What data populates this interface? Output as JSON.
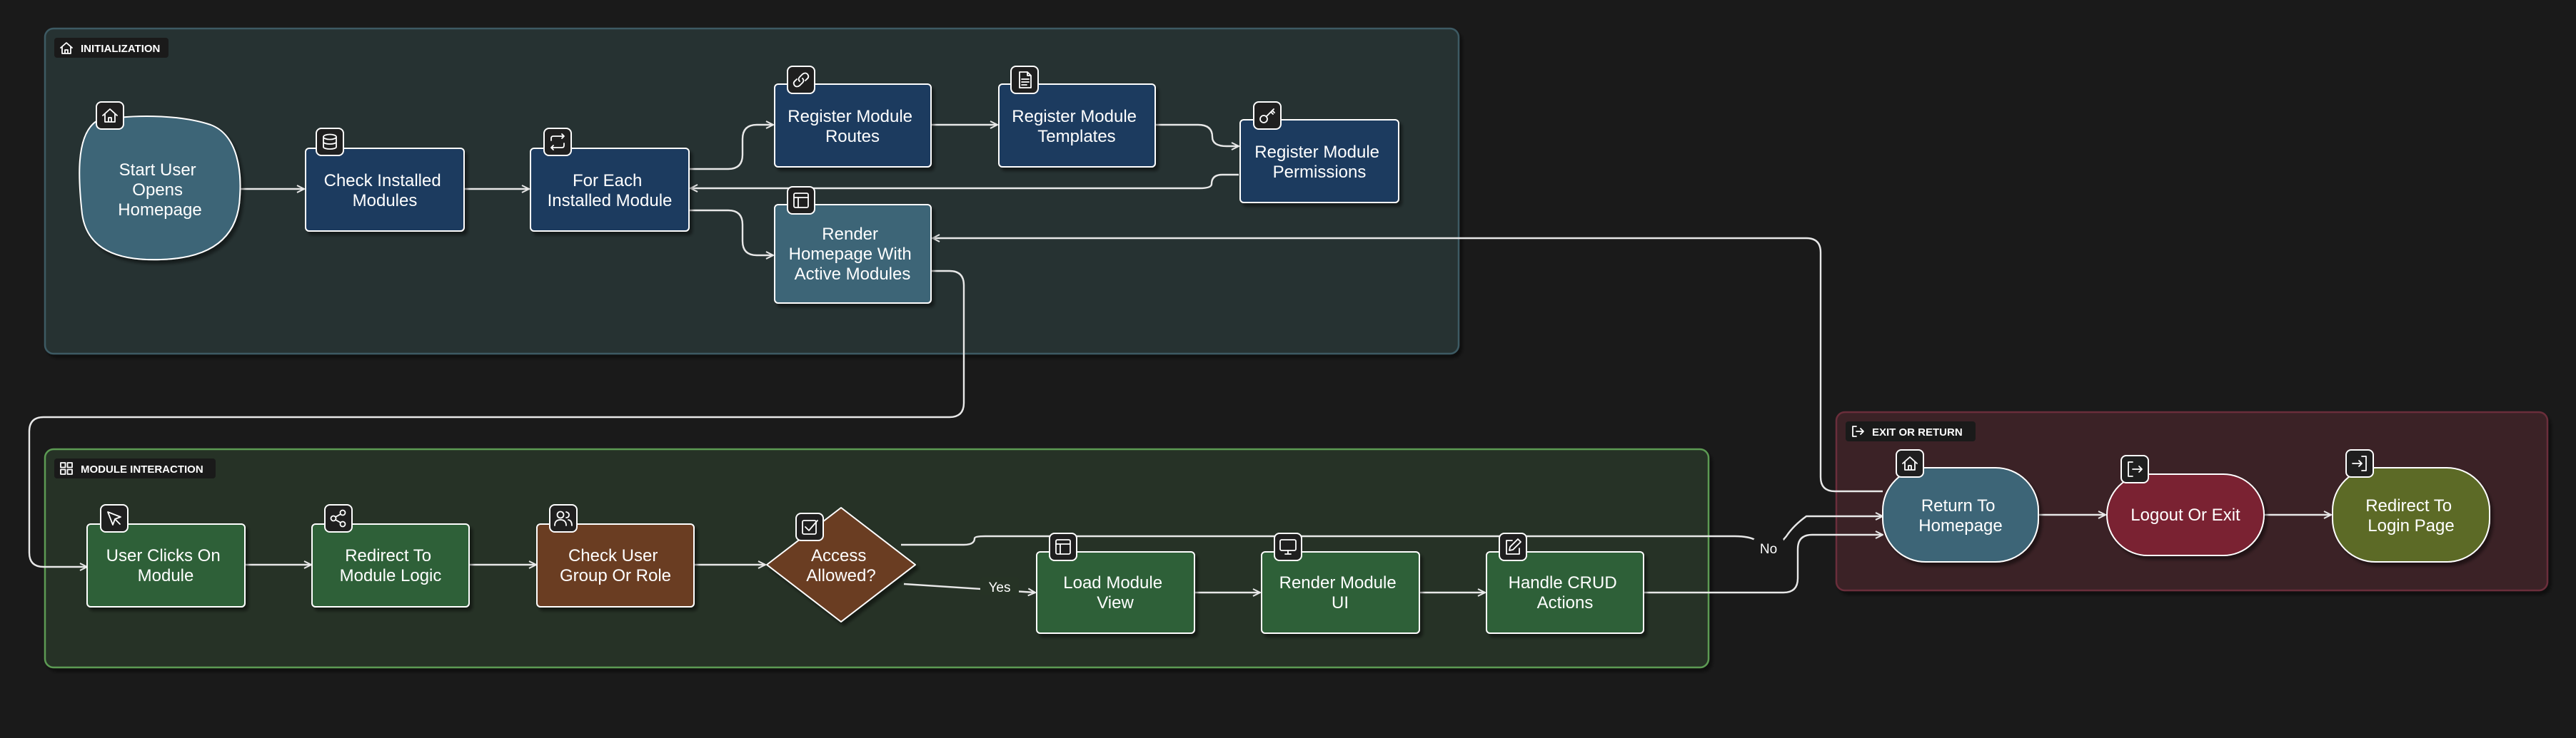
{
  "colors": {
    "background": "#1a1a1a",
    "init_group_fill": "#263233",
    "init_group_stroke": "#3c5a64",
    "module_group_fill": "#263325",
    "module_group_stroke": "#5b9a52",
    "exit_group_fill": "#3b2026",
    "exit_group_stroke": "#6b2e3a",
    "teal": "#3d6577",
    "navy": "#1f3a5f",
    "green": "#2e6138",
    "brown": "#6b3d24",
    "maroon": "#7a2030",
    "olive": "#5b6b26",
    "edge": "#e8e8e8"
  },
  "groups": {
    "init": {
      "title": "INITIALIZATION",
      "icon": "home-icon"
    },
    "module": {
      "title": "MODULE INTERACTION",
      "icon": "grid-icon"
    },
    "exit": {
      "title": "EXIT OR RETURN",
      "icon": "exit-icon"
    }
  },
  "nodes": {
    "start": {
      "lines": [
        "Start User",
        "Opens",
        "Homepage"
      ],
      "icon": "home-icon"
    },
    "check_installed": {
      "lines": [
        "Check Installed",
        "Modules"
      ],
      "icon": "database-icon"
    },
    "for_each": {
      "lines": [
        "For Each",
        "Installed Module"
      ],
      "icon": "loop-icon"
    },
    "register_routes": {
      "lines": [
        "Register Module",
        "Routes"
      ],
      "icon": "link-icon"
    },
    "register_templates": {
      "lines": [
        "Register Module",
        "Templates"
      ],
      "icon": "file-icon"
    },
    "register_permissions": {
      "lines": [
        "Register Module",
        "Permissions"
      ],
      "icon": "key-icon"
    },
    "render_homepage": {
      "lines": [
        "Render",
        "Homepage With",
        "Active Modules"
      ],
      "icon": "layout-icon"
    },
    "user_clicks": {
      "lines": [
        "User Clicks On",
        "Module"
      ],
      "icon": "cursor-icon"
    },
    "redirect_logic": {
      "lines": [
        "Redirect To",
        "Module Logic"
      ],
      "icon": "share-icon"
    },
    "check_group": {
      "lines": [
        "Check User",
        "Group Or Role"
      ],
      "icon": "users-icon"
    },
    "access_allowed": {
      "lines": [
        "Access",
        "Allowed?"
      ],
      "icon": "checkbox-icon"
    },
    "load_view": {
      "lines": [
        "Load Module",
        "View"
      ],
      "icon": "layout-icon"
    },
    "render_ui": {
      "lines": [
        "Render Module",
        "UI"
      ],
      "icon": "monitor-icon"
    },
    "handle_crud": {
      "lines": [
        "Handle CRUD",
        "Actions"
      ],
      "icon": "edit-icon"
    },
    "return_home": {
      "lines": [
        "Return To",
        "Homepage"
      ],
      "icon": "home-icon"
    },
    "logout": {
      "lines": [
        "Logout Or Exit"
      ],
      "icon": "logout-icon"
    },
    "redirect_login": {
      "lines": [
        "Redirect To",
        "Login Page"
      ],
      "icon": "login-icon"
    }
  },
  "edge_labels": {
    "yes": "Yes",
    "no": "No"
  }
}
